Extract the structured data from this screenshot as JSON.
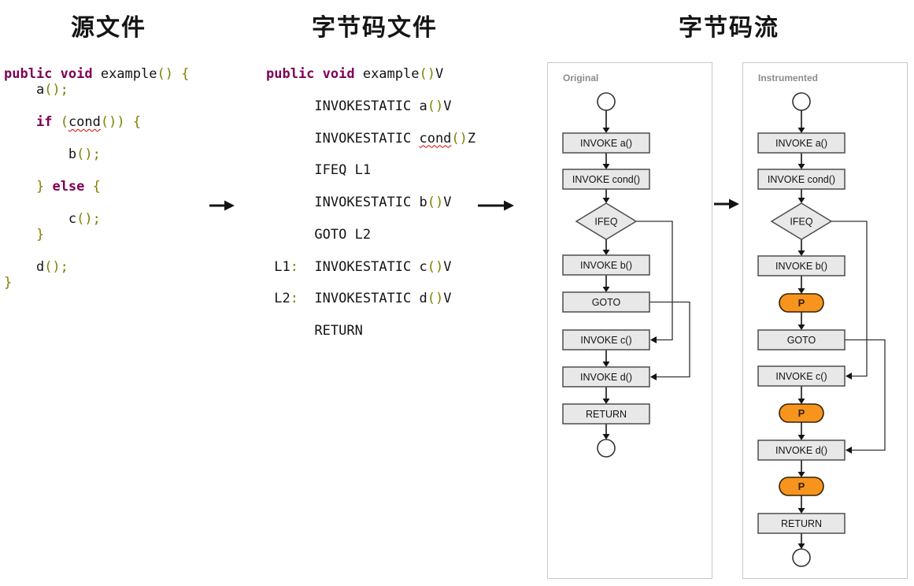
{
  "titles": {
    "source": "源文件",
    "bytecode": "字节码文件",
    "stream": "字节码流"
  },
  "source_code": {
    "lines": [
      [
        [
          "kw",
          "public void"
        ],
        [
          "id",
          " example"
        ],
        [
          "pl",
          "()"
        ],
        [
          "id",
          " "
        ],
        [
          "pl",
          "{"
        ]
      ],
      [
        [
          "id",
          "    a"
        ],
        [
          "pl",
          "();"
        ]
      ],
      [],
      [
        [
          "id",
          "    "
        ],
        [
          "kw",
          "if"
        ],
        [
          "id",
          " "
        ],
        [
          "pl",
          "("
        ],
        [
          "err",
          "cond"
        ],
        [
          "pl",
          "())"
        ],
        [
          "id",
          " "
        ],
        [
          "pl",
          "{"
        ]
      ],
      [],
      [
        [
          "id",
          "        b"
        ],
        [
          "pl",
          "();"
        ]
      ],
      [],
      [
        [
          "id",
          "    "
        ],
        [
          "pl",
          "}"
        ],
        [
          "id",
          " "
        ],
        [
          "kw",
          "else"
        ],
        [
          "id",
          " "
        ],
        [
          "pl",
          "{"
        ]
      ],
      [],
      [
        [
          "id",
          "        c"
        ],
        [
          "pl",
          "();"
        ]
      ],
      [
        [
          "id",
          "    "
        ],
        [
          "pl",
          "}"
        ]
      ],
      [],
      [
        [
          "id",
          "    d"
        ],
        [
          "pl",
          "();"
        ]
      ],
      [
        [
          "pl",
          "}"
        ]
      ]
    ]
  },
  "bytecode": {
    "lines": [
      [
        [
          "kw",
          "public void"
        ],
        [
          "id",
          " example"
        ],
        [
          "pl",
          "()"
        ],
        [
          "id",
          "V"
        ]
      ],
      [],
      [
        [
          "id",
          "      INVOKESTATIC a"
        ],
        [
          "pl",
          "()"
        ],
        [
          "id",
          "V"
        ]
      ],
      [],
      [
        [
          "id",
          "      INVOKESTATIC "
        ],
        [
          "err",
          "cond"
        ],
        [
          "pl",
          "()"
        ],
        [
          "id",
          "Z"
        ]
      ],
      [],
      [
        [
          "id",
          "      IFEQ L1"
        ]
      ],
      [],
      [
        [
          "id",
          "      INVOKESTATIC b"
        ],
        [
          "pl",
          "()"
        ],
        [
          "id",
          "V"
        ]
      ],
      [],
      [
        [
          "id",
          "      GOTO L2"
        ]
      ],
      [],
      [
        [
          "id",
          " L1"
        ],
        [
          "pl",
          ":"
        ],
        [
          "id",
          "  INVOKESTATIC c"
        ],
        [
          "pl",
          "()"
        ],
        [
          "id",
          "V"
        ]
      ],
      [],
      [
        [
          "id",
          " L2"
        ],
        [
          "pl",
          ":"
        ],
        [
          "id",
          "  INVOKESTATIC d"
        ],
        [
          "pl",
          "()"
        ],
        [
          "id",
          "V"
        ]
      ],
      [],
      [
        [
          "id",
          "      RETURN"
        ]
      ]
    ]
  },
  "flowcharts": {
    "original": {
      "label": "Original",
      "nodes": [
        {
          "type": "start"
        },
        {
          "type": "box",
          "label": "INVOKE a()"
        },
        {
          "type": "box",
          "label": "INVOKE cond()"
        },
        {
          "type": "diamond",
          "label": "IFEQ"
        },
        {
          "type": "box",
          "label": "INVOKE b()"
        },
        {
          "type": "box",
          "label": "GOTO"
        },
        {
          "type": "box",
          "label": "INVOKE c()"
        },
        {
          "type": "box",
          "label": "INVOKE d()"
        },
        {
          "type": "box",
          "label": "RETURN"
        },
        {
          "type": "end"
        }
      ]
    },
    "instrumented": {
      "label": "Instrumented",
      "nodes": [
        {
          "type": "start"
        },
        {
          "type": "box",
          "label": "INVOKE a()"
        },
        {
          "type": "box",
          "label": "INVOKE cond()"
        },
        {
          "type": "diamond",
          "label": "IFEQ"
        },
        {
          "type": "box",
          "label": "INVOKE b()"
        },
        {
          "type": "probe",
          "label": "P"
        },
        {
          "type": "box",
          "label": "GOTO"
        },
        {
          "type": "box",
          "label": "INVOKE c()"
        },
        {
          "type": "probe",
          "label": "P"
        },
        {
          "type": "box",
          "label": "INVOKE d()"
        },
        {
          "type": "probe",
          "label": "P"
        },
        {
          "type": "box",
          "label": "RETURN"
        },
        {
          "type": "end"
        }
      ]
    }
  },
  "section_arrows": [
    {
      "name": "arrow-source-to-bytecode"
    },
    {
      "name": "arrow-bytecode-to-stream"
    },
    {
      "name": "arrow-original-to-instrumented"
    }
  ],
  "colors": {
    "keyword": "#7F0055",
    "punctuation": "#808000",
    "error_underline": "#dd0000",
    "node_fill": "#e8e8e8",
    "node_border": "#4d4d4d",
    "probe_fill": "#F7941E",
    "probe_border": "#332200",
    "panel_border": "#c9c9c9",
    "panel_label": "#8c8c8c",
    "arrow": "#141414",
    "connector": "#333333"
  }
}
